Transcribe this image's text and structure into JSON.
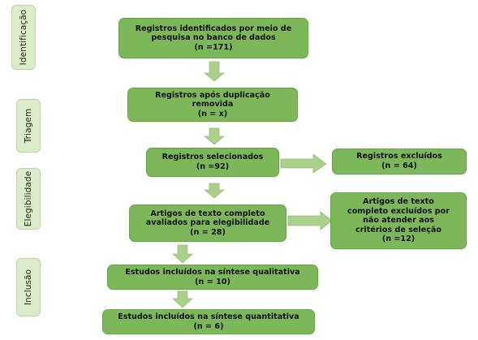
{
  "colors": {
    "box_fill": "#7cb75a",
    "phase_fill": "#dcebc9",
    "arrow_fill": "#aad08b"
  },
  "phases": [
    {
      "id": "identificacao",
      "label": "Identificação"
    },
    {
      "id": "triagem",
      "label": "Triagem"
    },
    {
      "id": "elegibilidade",
      "label": "Elegibilidade"
    },
    {
      "id": "inclusao",
      "label": "Inclusão"
    }
  ],
  "boxes": {
    "identified": {
      "line1": "Registros identificados por meio de",
      "line2": "pesquisa no banco de dados",
      "line3": "(n =171)"
    },
    "dedup": {
      "line1": "Registros após duplicação",
      "line2": "removida",
      "line3": "(n = x)"
    },
    "selected": {
      "line1": "Registros selecionados",
      "line2": "(n =92)"
    },
    "excluded": {
      "line1": "Registros excluídos",
      "line2": "(n = 64)"
    },
    "fulltext": {
      "line1": "Artigos de texto completo",
      "line2": "avaliados para elegibilidade",
      "line3": "(n = 28)"
    },
    "fulltext_excluded": {
      "line1": "Artigos de texto",
      "line2": "completo excluídos por",
      "line3": "não atender aos",
      "line4": "critérios de seleção",
      "line5": "(n =12)"
    },
    "qualitative": {
      "line1": "Estudos incluídos na síntese qualitativa",
      "line2": "(n = 10)"
    },
    "quantitative": {
      "line1": "Estudos incluídos na síntese quantitativa",
      "line2": "(n = 6)"
    }
  }
}
